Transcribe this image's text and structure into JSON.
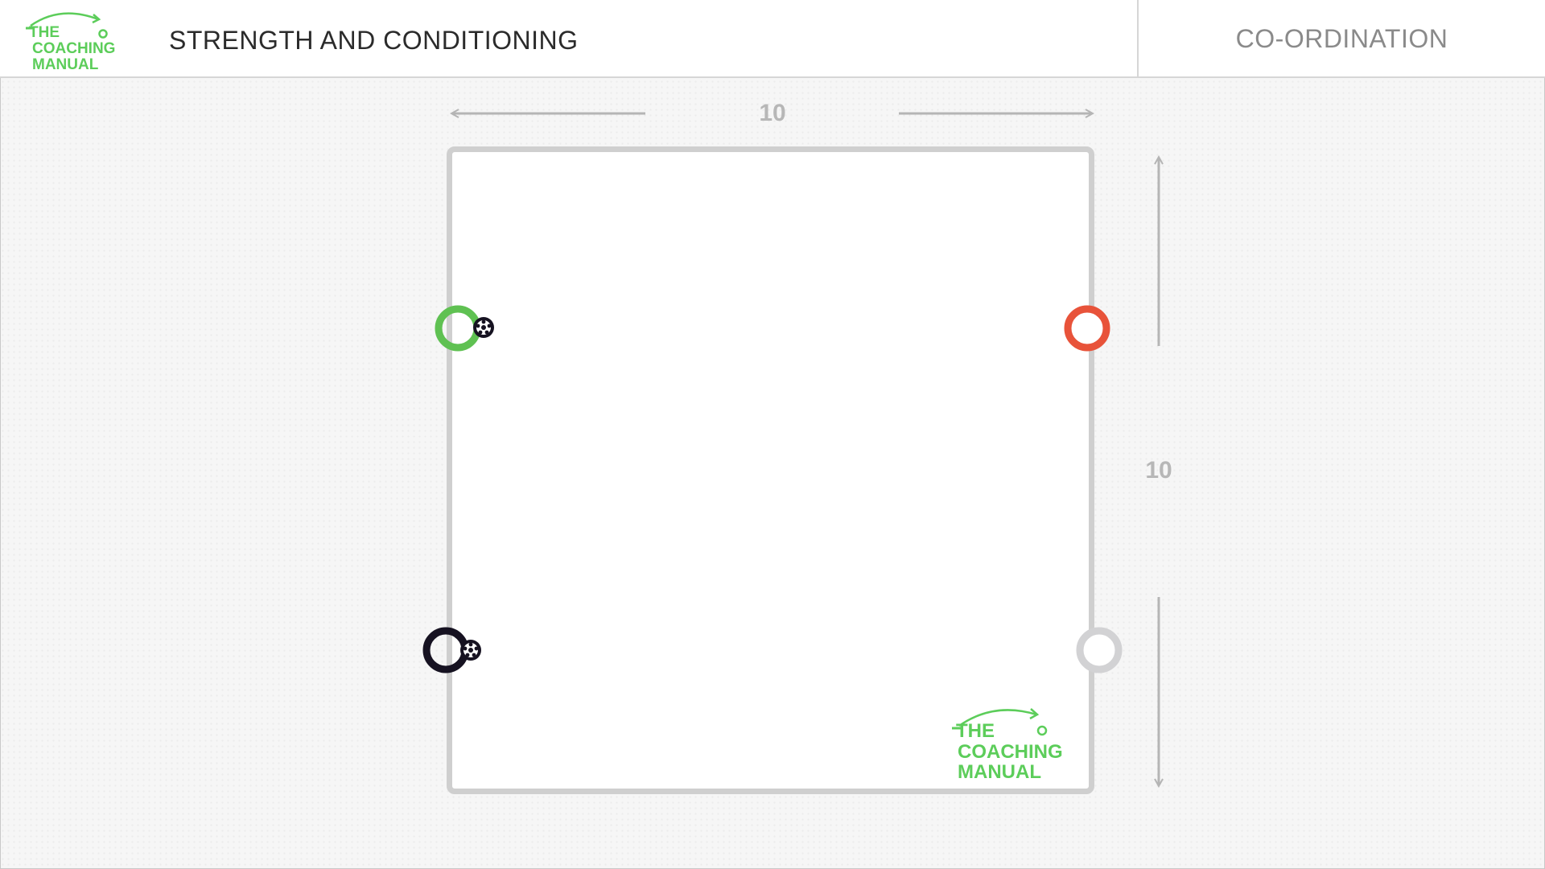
{
  "header": {
    "brand_line1": "THE",
    "brand_line2": "COACHING",
    "brand_line3": "MANUAL",
    "title": "STRENGTH AND CONDITIONING",
    "category": "CO-ORDINATION"
  },
  "diagram": {
    "width_label": "10",
    "height_label": "10",
    "cones": [
      {
        "name": "green-cone",
        "color": "#5fc152",
        "has_ball": true
      },
      {
        "name": "red-cone",
        "color": "#e8533a",
        "has_ball": false
      },
      {
        "name": "black-cone",
        "color": "#161221",
        "has_ball": true
      },
      {
        "name": "grey-cone",
        "color": "#d2d2d4",
        "has_ball": false
      }
    ]
  },
  "colors": {
    "brand_green": "#5ccd5a",
    "arrow_grey": "#b5b5b5",
    "pitch_border": "#cfcfcf"
  }
}
